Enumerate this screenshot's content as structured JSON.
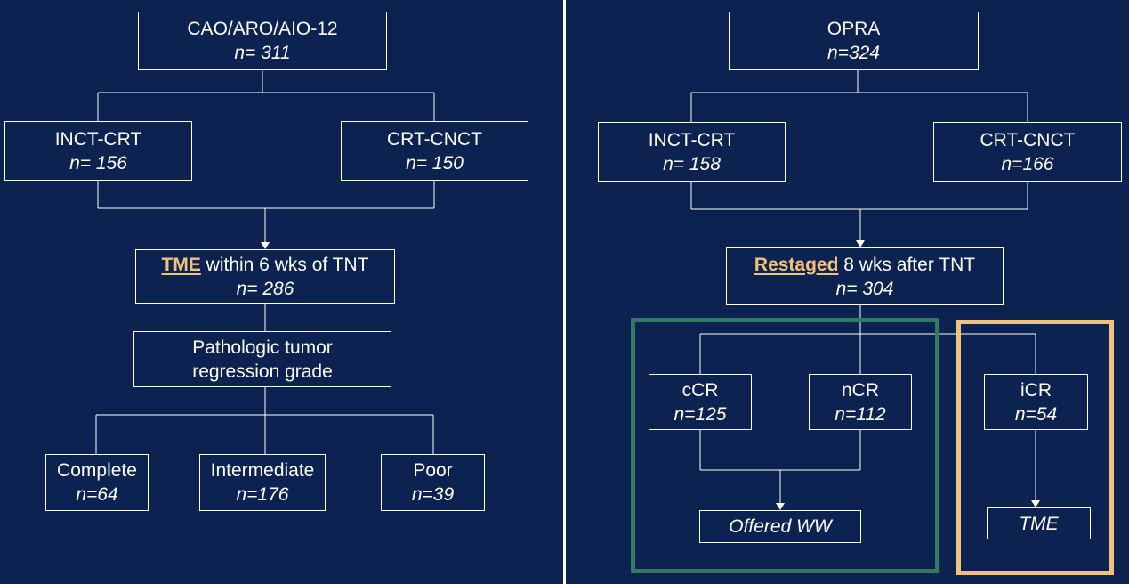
{
  "colors": {
    "background": "#0c2352",
    "text": "#ffffff",
    "highlight": "#f2c27c",
    "watch_wait_frame": "#2f7a60",
    "tme_frame": "#f2c27c"
  },
  "left": {
    "trial": {
      "title": "CAO/ARO/AIO-12",
      "n": "n= 311"
    },
    "arm_a": {
      "title": "INCT-CRT",
      "n": "n= 156"
    },
    "arm_b": {
      "title": "CRT-CNCT",
      "n": "n= 150"
    },
    "tme": {
      "highlight": "TME",
      "rest": " within 6 wks of TNT",
      "n": "n= 286"
    },
    "grade": {
      "line1": "Pathologic tumor",
      "line2": "regression grade"
    },
    "outcomes": [
      {
        "title": "Complete",
        "n": "n=64"
      },
      {
        "title": "Intermediate",
        "n": "n=176"
      },
      {
        "title": "Poor",
        "n": "n=39"
      }
    ]
  },
  "right": {
    "trial": {
      "title": "OPRA",
      "n": "n=324"
    },
    "arm_a": {
      "title": "INCT-CRT",
      "n": "n= 158"
    },
    "arm_b": {
      "title": "CRT-CNCT",
      "n": "n=166"
    },
    "restaged": {
      "highlight": "Restaged",
      "rest": " 8 wks after TNT",
      "n": "n= 304"
    },
    "responses": [
      {
        "title": "cCR",
        "n": "n=125"
      },
      {
        "title": "nCR",
        "n": "n=112"
      },
      {
        "title": "iCR",
        "n": "n=54"
      }
    ],
    "offered_ww": "Offered WW",
    "tme": "TME"
  }
}
